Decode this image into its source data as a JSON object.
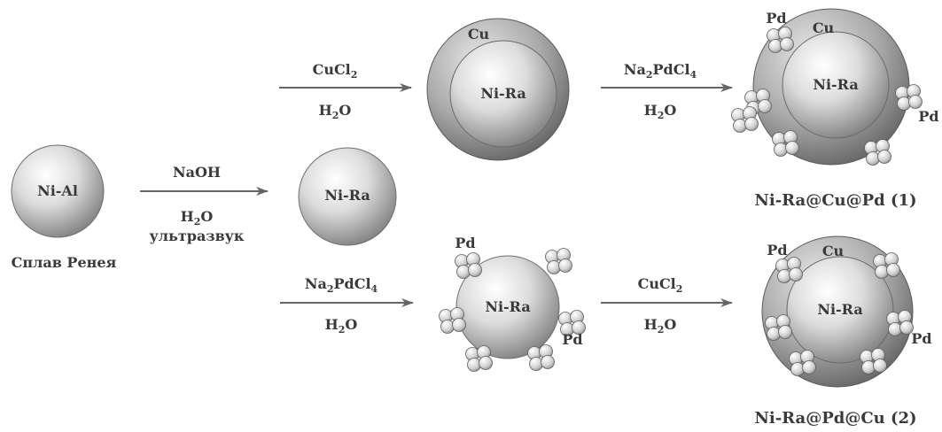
{
  "colors": {
    "particle": "#cfcfcf",
    "shell": "#8a8a8a",
    "arrow": "#666666",
    "text": "#3a3a3a"
  },
  "labels": {
    "ni_al": "Ni-Al",
    "ni_ra": "Ni-Ra",
    "cu": "Cu",
    "pd": "Pd",
    "start_caption": "Сплав Ренея"
  },
  "reactions": {
    "naoh": {
      "top": "NaOH",
      "water": "H",
      "water_sub": "2",
      "water_rest": "O",
      "extra": "ультразвук"
    },
    "cucl2": {
      "a": "CuCl",
      "a_sub": "2"
    },
    "na2pdcl4": {
      "a": "Na",
      "a_sub": "2",
      "b": "PdCl",
      "b_sub": "4"
    },
    "h2o": {
      "a": "H",
      "a_sub": "2",
      "b": "O"
    }
  },
  "products": {
    "p1": "Ni-Ra@Cu@Pd (1)",
    "p2": "Ni-Ra@Pd@Cu (2)"
  }
}
